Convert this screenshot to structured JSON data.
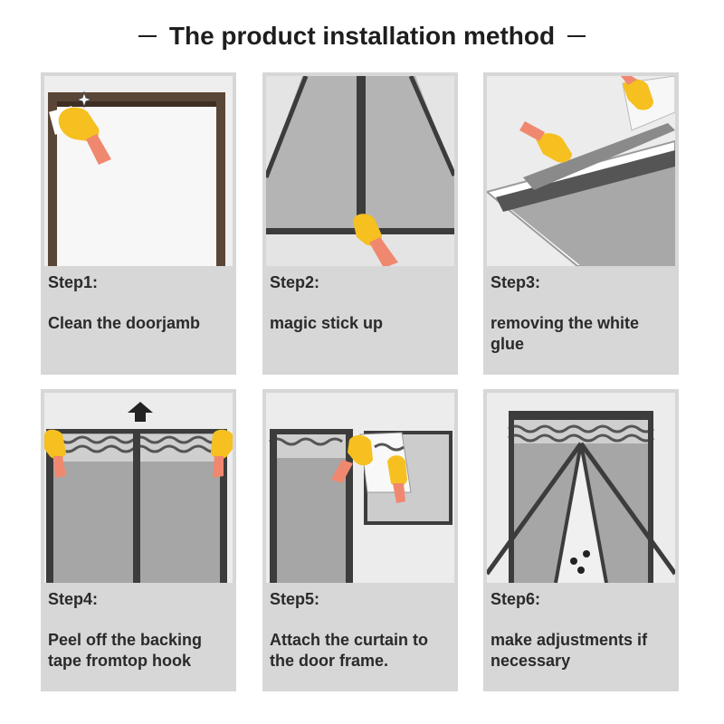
{
  "header": {
    "title": "The product installation method"
  },
  "steps": [
    {
      "label": "Step1:",
      "text": "Clean the doorjamb"
    },
    {
      "label": "Step2:",
      "text": "magic stick up"
    },
    {
      "label": "Step3:",
      "text": "removing the white glue"
    },
    {
      "label": "Step4:",
      "text": "Peel off the backing tape fromtop hook"
    },
    {
      "label": "Step5:",
      "text": "Attach the curtain to the door frame."
    },
    {
      "label": "Step6:",
      "text": "make adjustments if necessary"
    }
  ],
  "colors": {
    "card_background": "#d7d7d7",
    "text": "#2a2a2a",
    "glove": "#f5c020",
    "door_frame": "#5a4636",
    "mesh": "#9a9a9a"
  },
  "icons": [
    "sparkle-icon",
    "glove-icon",
    "up-arrow-icon",
    "magnet-icon"
  ]
}
